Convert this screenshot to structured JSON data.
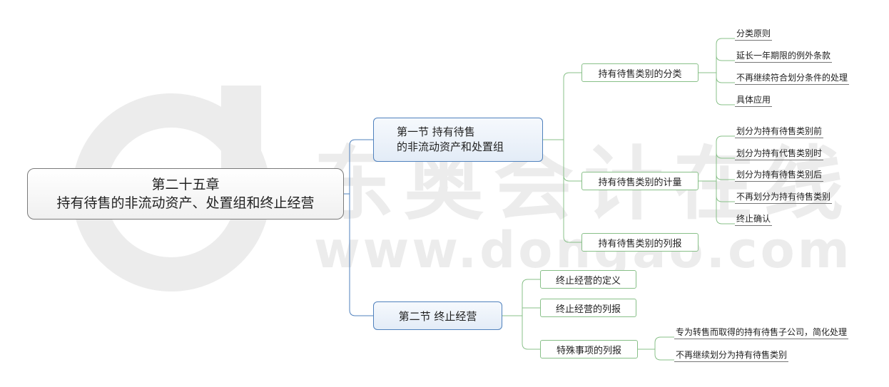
{
  "root": {
    "line1": "第二十五章",
    "line2": "持有待售的非流动资产、处置组和终止经营"
  },
  "section1": {
    "line1": "第一节 持有待售",
    "line2": "的非流动资产和处置组",
    "children": [
      {
        "label": "持有待售类别的分类",
        "leaves": [
          "分类原则",
          "延长一年期限的例外条款",
          "不再继续符合划分条件的处理",
          "具体应用"
        ]
      },
      {
        "label": "持有待售类别的计量",
        "leaves": [
          "划分为持有待售类别前",
          "划分为持有代售类别时",
          "划分为持有待售类别后",
          "不再划分为持有待售类别",
          "终止确认"
        ]
      },
      {
        "label": "持有待售类别的列报",
        "leaves": []
      }
    ]
  },
  "section2": {
    "title": "第二节 终止经营",
    "children": [
      {
        "label": "终止经营的定义",
        "leaves": []
      },
      {
        "label": "终止经营的列报",
        "leaves": []
      },
      {
        "label": "特殊事项的列报",
        "leaves": [
          "专为转售而取得的持有待售子公司，简化处理",
          "不再继续划分为持有待售类别"
        ]
      }
    ]
  },
  "watermark": {
    "brand": "东奥会计在线",
    "url": "www.dongao.com"
  },
  "colors": {
    "root_border": "#7a7a7a",
    "section_border": "#4f81bd",
    "section_fill": "#e3ecf7",
    "topic_border": "#88c088",
    "connector_blue": "#4f81bd",
    "connector_green": "#88c088",
    "leaf_underline": "#777777",
    "watermark": "#ececec"
  }
}
